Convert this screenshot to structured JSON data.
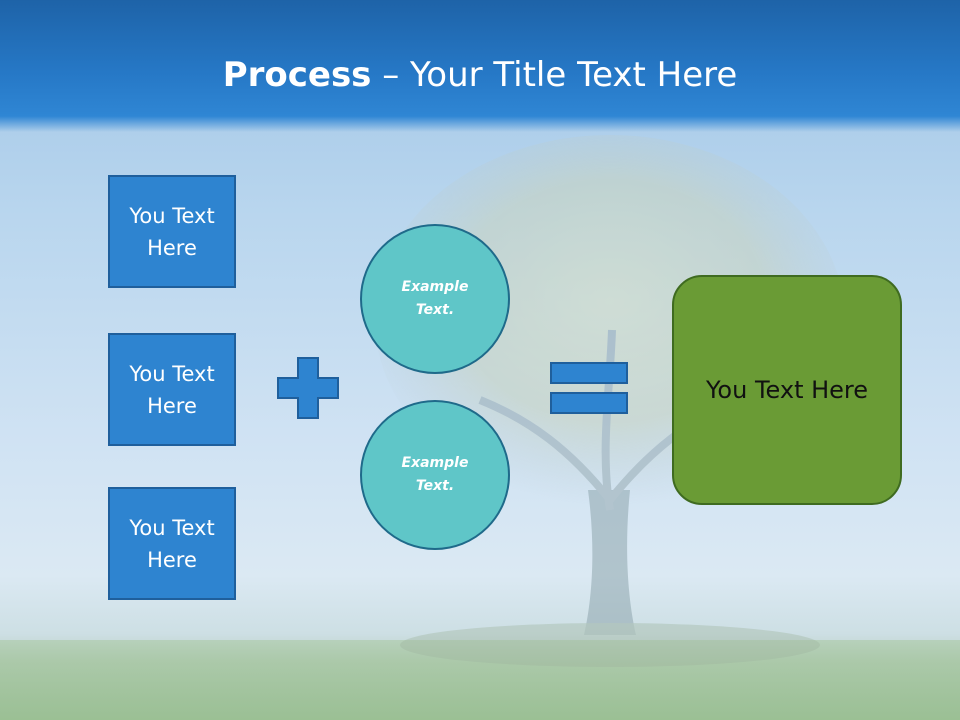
{
  "title": {
    "bold": "Process",
    "rest": " – Your Title Text Here"
  },
  "left_boxes": [
    {
      "label": "You Text Here"
    },
    {
      "label": "You Text Here"
    },
    {
      "label": "You Text Here"
    }
  ],
  "circles": [
    {
      "label": "Example Text."
    },
    {
      "label": "Example Text."
    }
  ],
  "operators": {
    "plus_icon": "plus-icon",
    "equals_icon": "equals-icon"
  },
  "result": {
    "label": "You Text Here"
  },
  "colors": {
    "header": "#2678c6",
    "box_fill": "#2e84d0",
    "circle_fill": "#5fc6c8",
    "result_fill": "#6a9b35"
  }
}
